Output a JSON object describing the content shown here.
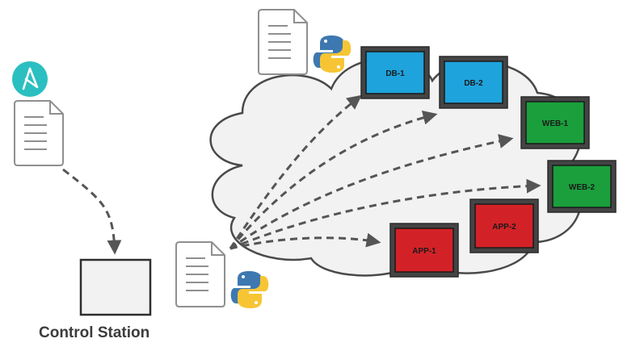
{
  "diagram": {
    "caption": "Control Station",
    "nodes": {
      "db1": {
        "label": "DB-1",
        "group": "database",
        "color": "#1ea3dd"
      },
      "db2": {
        "label": "DB-2",
        "group": "database",
        "color": "#1ea3dd"
      },
      "web1": {
        "label": "WEB-1",
        "group": "web",
        "color": "#1a9f3c"
      },
      "web2": {
        "label": "WEB-2",
        "group": "web",
        "color": "#1a9f3c"
      },
      "app1": {
        "label": "APP-1",
        "group": "app",
        "color": "#d32227"
      },
      "app2": {
        "label": "APP-2",
        "group": "app",
        "color": "#d32227"
      }
    },
    "icons": {
      "ansible_logo": "ansible-logo-icon",
      "playbook_top": "document-icon",
      "python_top": "python-logo-icon",
      "playbook_local": "document-icon",
      "playbook_runtime": "document-icon",
      "python_runtime": "python-logo-icon"
    },
    "colors": {
      "ansible": "#2bbfc1",
      "python_blue": "#3d78b0",
      "python_yellow": "#f7c534",
      "cloud_fill": "#f2f2f2",
      "arrow": "#555555"
    }
  }
}
